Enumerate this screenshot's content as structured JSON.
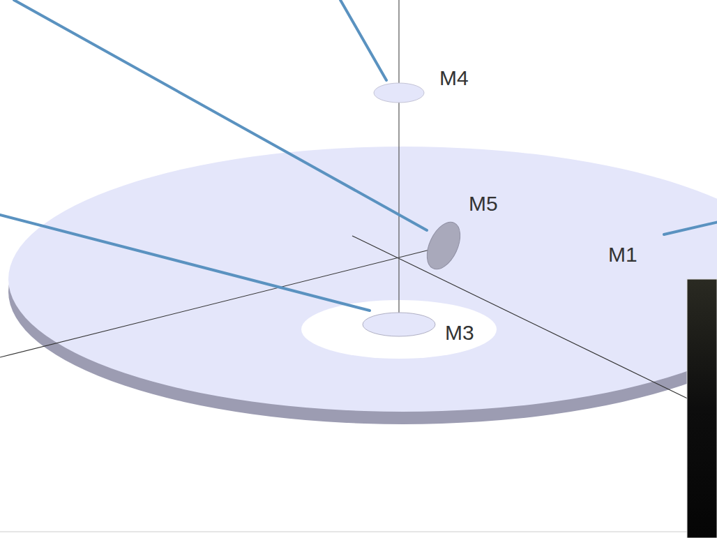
{
  "diagram": {
    "labels": [
      "M4",
      "M5",
      "M1",
      "M3"
    ]
  }
}
